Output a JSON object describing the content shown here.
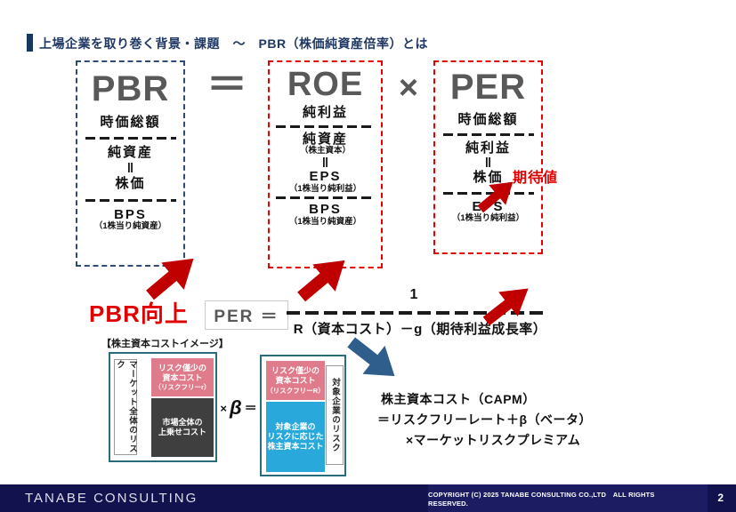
{
  "header": {
    "title": "上場企業を取り巻く背景・課題　～　PBR（株価純資産倍率）とは"
  },
  "formula": {
    "equals": "＝",
    "times": "×",
    "expected_label": "期待値",
    "pbr": {
      "name": "PBR",
      "r1": "時価総額",
      "r2": "純資産",
      "eq": "‖",
      "r3": "株価",
      "r4": "BPS",
      "r4_note": "（1株当り純資産）"
    },
    "roe": {
      "name": "ROE",
      "r1": "純利益",
      "r2": "純資産",
      "r2_note": "（株主資本）",
      "eq": "‖",
      "r3": "EPS",
      "r3_note": "（1株当り純利益）",
      "r4": "BPS",
      "r4_note": "（1株当り純資産）"
    },
    "per": {
      "name": "PER",
      "r1": "時価総額",
      "r2": "純利益",
      "eq": "‖",
      "r3": "株価",
      "r4": "EPS",
      "r4_note": "（1株当り純利益）"
    }
  },
  "pbr_improvement": "PBR向上",
  "per_formula": {
    "lhs": "PER ＝",
    "numerator": "1",
    "denominator": "R（資本コスト）－g（期待利益成長率）"
  },
  "cost_image": {
    "caption": "【株主資本コストイメージ】",
    "left": {
      "side_label": "マーケット全体のリスク",
      "pink": [
        "リスク僅少の",
        "資本コスト",
        "（リスクフリーr）"
      ],
      "dark": [
        "市場全体の",
        "上乗せコスト"
      ]
    },
    "op": {
      "times": "×",
      "beta": "β",
      "equals": "＝"
    },
    "right": {
      "pink": [
        "リスク僅少の",
        "資本コスト",
        "（リスクフリーR）"
      ],
      "cyan": [
        "対象企業の",
        "リスクに応じた",
        "株主資本コスト"
      ],
      "side_label": "対象企業のリスク"
    }
  },
  "capm": {
    "line1": "株主資本コスト（CAPM）",
    "line2": "＝リスクフリーレート＋β（ベータ）",
    "line3": "×マーケットリスクプレミアム"
  },
  "footer": {
    "logo": "TANABE CONSULTING",
    "copyright": "COPYRIGHT (C) 2025 TANABE CONSULTING CO.,LTD　ALL RIGHTS RESERVED.",
    "page_number": "2"
  },
  "colors": {
    "title_navy": "#1F3864",
    "formula_gray": "#595959",
    "red_accent": "#C00000",
    "blue_dashed_border": "#2E4B7A",
    "red_dashed_border": "#E60000",
    "pink_box": "#E07B8C",
    "dark_box": "#3F3F3F",
    "cyan_box": "#29A9DB",
    "teal_border": "#2A6B7C",
    "blue_arrow": "#2F5D8C",
    "footer_bg": "#12124E"
  }
}
